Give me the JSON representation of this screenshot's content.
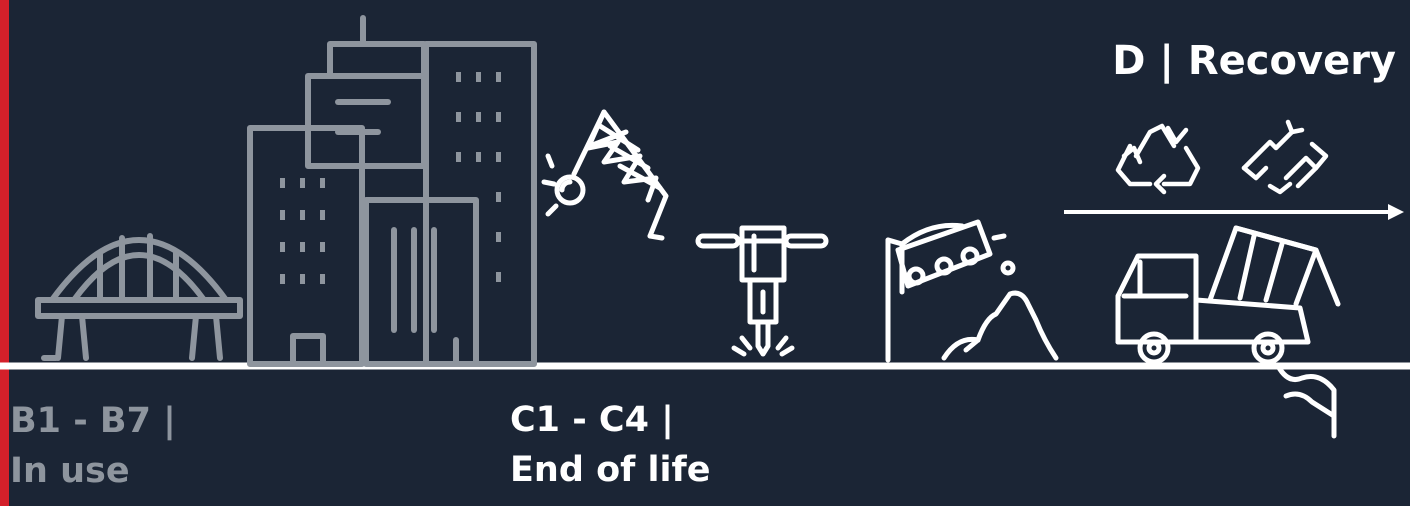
{
  "stages": {
    "in_use": {
      "line1": "B1 - B7 |",
      "line2": "In use"
    },
    "end_of_life": {
      "line1": "C1 - C4 |",
      "line2": "End of life"
    },
    "recovery": {
      "title": "D | Recovery"
    }
  },
  "colors": {
    "background": "#1b2535",
    "accent": "#d4202a",
    "muted_icon": "#8e959e",
    "icon": "#ffffff"
  },
  "icons": [
    "bridge-icon",
    "city-buildings-icon",
    "wrecking-ball-crane-icon",
    "jackhammer-icon",
    "conveyor-crusher-icon",
    "recycle-icon",
    "reuse-arrows-icon",
    "arrow-right-icon",
    "dump-truck-icon"
  ]
}
